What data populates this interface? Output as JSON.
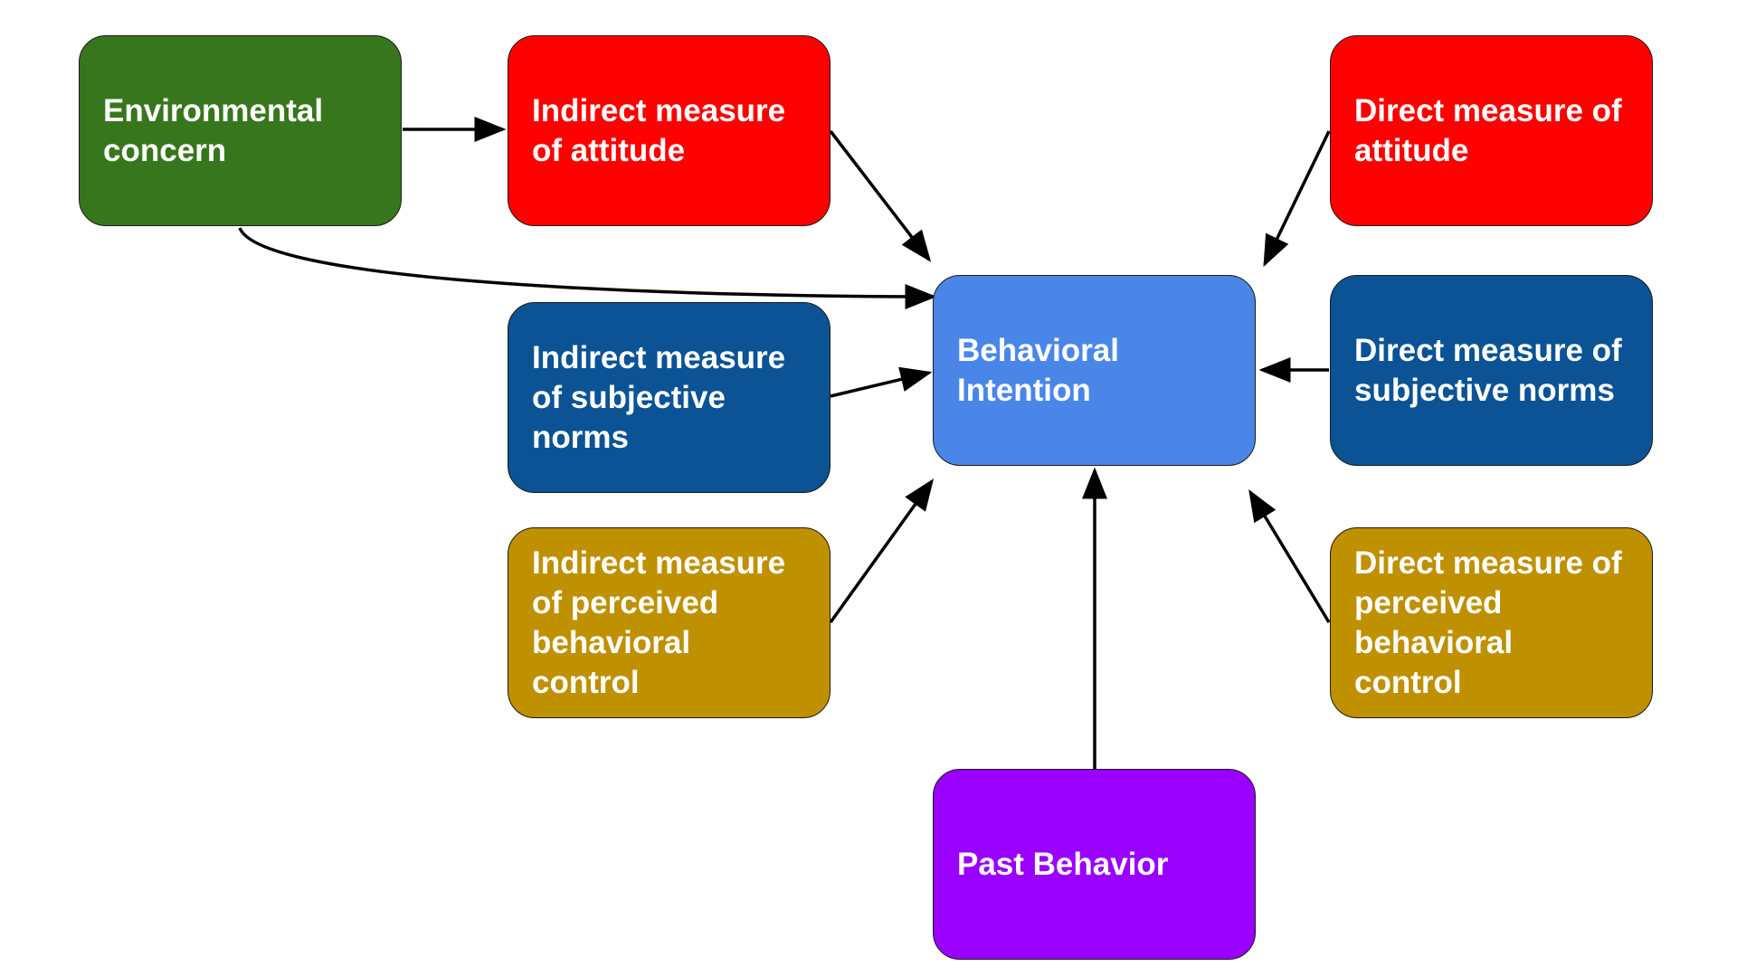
{
  "diagram": {
    "colors": {
      "environmental": "#38761d",
      "attitude": "#ff0000",
      "norms": "#0b5394",
      "control": "#bf9000",
      "intention": "#4a86e8",
      "past": "#9900ff",
      "edge": "#000000"
    },
    "nodes": {
      "environmental_concern": {
        "label": "Environmental concern"
      },
      "indirect_attitude": {
        "label": "Indirect measure of attitude"
      },
      "indirect_norms": {
        "label": "Indirect measure of subjective norms"
      },
      "indirect_control": {
        "label": "Indirect measure of perceived behavioral control"
      },
      "behavioral_intention": {
        "label": "Behavioral Intention"
      },
      "direct_attitude": {
        "label": "Direct measure of attitude"
      },
      "direct_norms": {
        "label": "Direct measure of subjective norms"
      },
      "direct_control": {
        "label": "Direct measure of perceived behavioral control"
      },
      "past_behavior": {
        "label": "Past Behavior"
      }
    },
    "edges": [
      {
        "from": "environmental_concern",
        "to": "indirect_attitude"
      },
      {
        "from": "environmental_concern",
        "to": "behavioral_intention"
      },
      {
        "from": "indirect_attitude",
        "to": "behavioral_intention"
      },
      {
        "from": "indirect_norms",
        "to": "behavioral_intention"
      },
      {
        "from": "indirect_control",
        "to": "behavioral_intention"
      },
      {
        "from": "direct_attitude",
        "to": "behavioral_intention"
      },
      {
        "from": "direct_norms",
        "to": "behavioral_intention"
      },
      {
        "from": "direct_control",
        "to": "behavioral_intention"
      },
      {
        "from": "past_behavior",
        "to": "behavioral_intention"
      }
    ]
  }
}
